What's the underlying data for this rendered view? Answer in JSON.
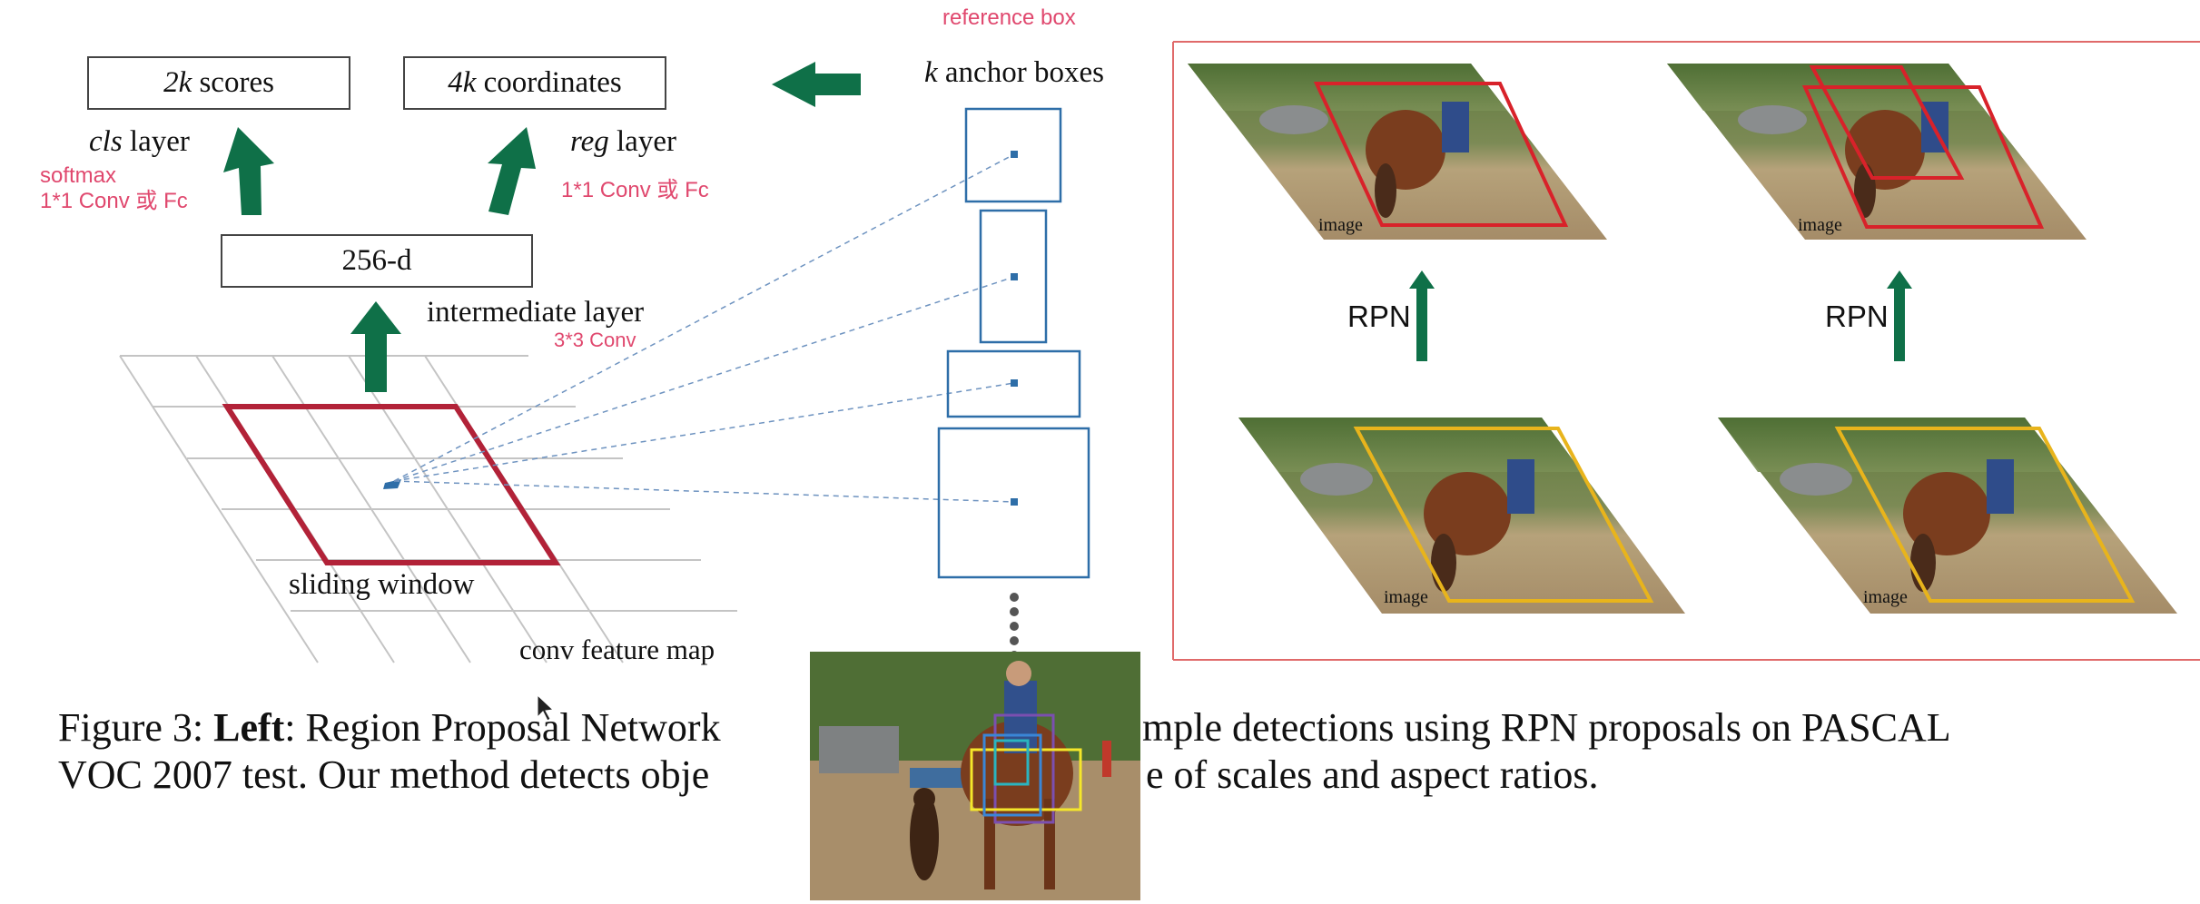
{
  "left_panel": {
    "scores_box": {
      "k": "2k",
      "rest": " scores"
    },
    "coords_box": {
      "k": "4k",
      "rest": " coordinates"
    },
    "cls_label": {
      "italic": "cls",
      "rest": " layer"
    },
    "reg_label": {
      "italic": "reg",
      "rest": " layer"
    },
    "softmax_note": "softmax",
    "cls_conv_note": "1*1 Conv 或 Fc",
    "reg_conv_note": "1*1 Conv 或 Fc",
    "d256_box": "256-d",
    "intermediate_label": "intermediate layer",
    "conv3_note": "3*3 Conv",
    "sliding_window_label": "sliding window",
    "feature_map_label": "conv feature map",
    "reference_box_note": "reference box",
    "anchor_label": {
      "italic": "k",
      "rest": " anchor boxes"
    }
  },
  "right_panel": {
    "rpn_label_left": "RPN",
    "rpn_label_right": "RPN",
    "image_tag": "image"
  },
  "caption": {
    "line1_prefix": "Figure 3: ",
    "line1_bold": "Left",
    "line1_a": ": Region Proposal Network",
    "line1_b": "mple detections using RPN proposals on PASCAL",
    "line2_a": "VOC 2007 test. Our method detects obje",
    "line2_b": "e of scales and aspect ratios."
  },
  "colors": {
    "arrow_green": "#0f7048",
    "sliding_window_red": "#b22238",
    "anchor_blue": "#2e6ea8",
    "proposal_red": "#d8222a",
    "proposal_yellow": "#e8b41c",
    "note_pink": "#e0486e",
    "frame_red": "#e06a6a"
  }
}
